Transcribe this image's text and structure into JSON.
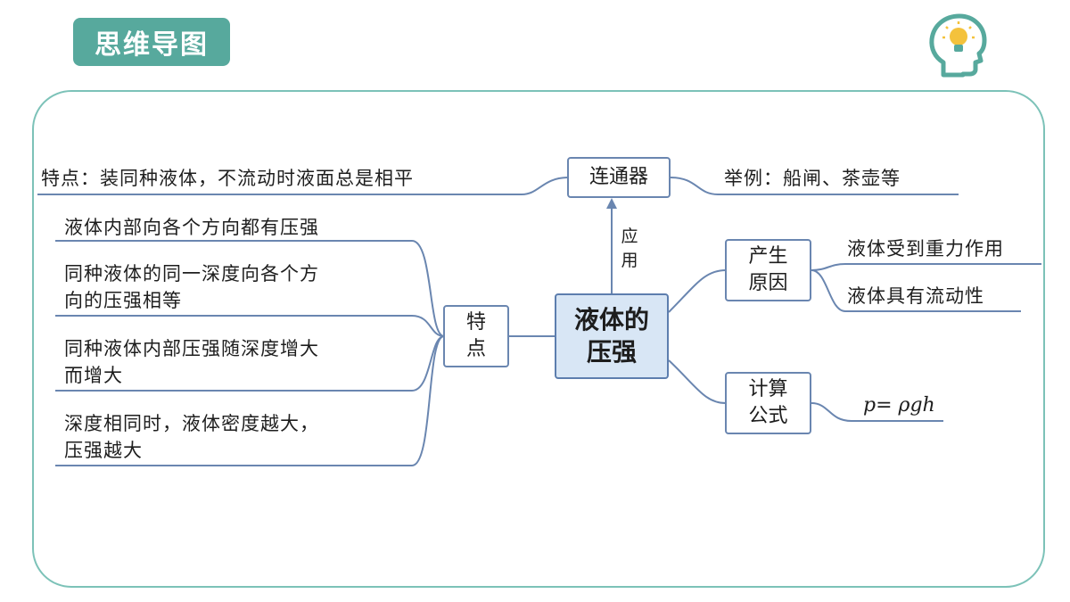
{
  "header": {
    "title": "思维导图",
    "icon": "head-lightbulb-icon"
  },
  "colors": {
    "accent": "#57a99d",
    "line": "#6a86b0",
    "center_fill": "#d8e6f5"
  },
  "center": {
    "line1": "液体的",
    "line2": "压强"
  },
  "top": {
    "node": "连通器",
    "edge_label_1": "应",
    "edge_label_2": "用",
    "left_text": "特点：装同种液体，不流动时液面总是相平",
    "right_text": "举例：船闸、茶壶等"
  },
  "left": {
    "node_1": "特",
    "node_2": "点",
    "items": [
      {
        "line1": "液体内部向各个方向都有压强",
        "line2": ""
      },
      {
        "line1": "同种液体的同一深度向各个方",
        "line2": "向的压强相等"
      },
      {
        "line1": "同种液体内部压强随深度增大",
        "line2": "而增大"
      },
      {
        "line1": "深度相同时，液体密度越大，",
        "line2": "压强越大"
      }
    ]
  },
  "right": {
    "cause": {
      "line1": "产生",
      "line2": "原因",
      "items": [
        "液体受到重力作用",
        "液体具有流动性"
      ]
    },
    "formula_node": {
      "line1": "计算",
      "line2": "公式",
      "formula": "p= ρgh"
    }
  }
}
